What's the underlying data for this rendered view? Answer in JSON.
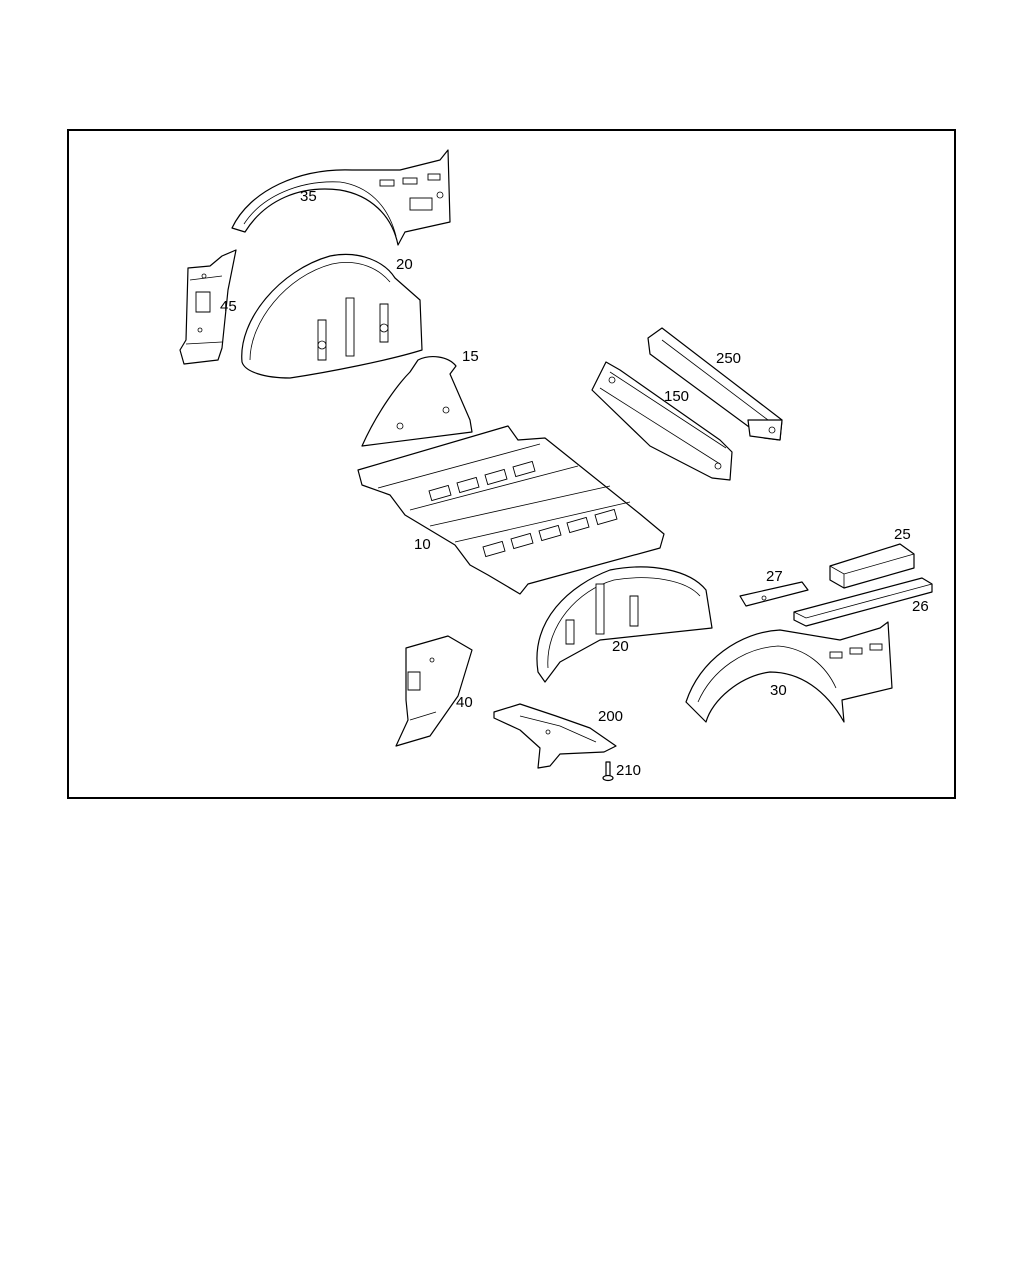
{
  "callouts": [
    {
      "key": "p35",
      "label": "35"
    },
    {
      "key": "p20a",
      "label": "20"
    },
    {
      "key": "p45",
      "label": "45"
    },
    {
      "key": "p15",
      "label": "15"
    },
    {
      "key": "p250",
      "label": "250"
    },
    {
      "key": "p150",
      "label": "150"
    },
    {
      "key": "p10",
      "label": "10"
    },
    {
      "key": "p25",
      "label": "25"
    },
    {
      "key": "p27",
      "label": "27"
    },
    {
      "key": "p26",
      "label": "26"
    },
    {
      "key": "p20b",
      "label": "20"
    },
    {
      "key": "p30",
      "label": "30"
    },
    {
      "key": "p40",
      "label": "40"
    },
    {
      "key": "p200",
      "label": "200"
    },
    {
      "key": "p210",
      "label": "210"
    }
  ],
  "colors": {
    "line": "#000000",
    "background": "#ffffff"
  }
}
